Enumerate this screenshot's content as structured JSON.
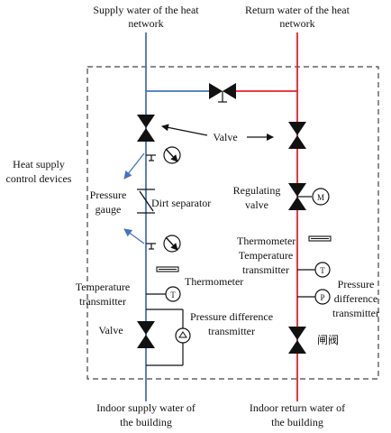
{
  "colors": {
    "supply_line": "#4472c4",
    "return_line": "#e8202a",
    "symbol": "#111111",
    "boundary": "#444444",
    "arrow_blue": "#4472c4"
  },
  "labels": {
    "supply_top_1": "Supply water of the heat",
    "supply_top_2": "network",
    "return_top_1": "Return water of the heat",
    "return_top_2": "network",
    "valve_center": "Valve",
    "control_1": "Heat supply",
    "control_2": "control devices",
    "pressure_gauge_1": "Pressure",
    "pressure_gauge_2": "gauge",
    "dirt_separator": "Dirt separator",
    "regulating_valve_1": "Regulating",
    "regulating_valve_2": "valve",
    "thermometer_right": "Thermometer",
    "temp_tx_right_1": "Temperature",
    "temp_tx_right_2": "transmitter",
    "thermometer_left": "Thermometer",
    "temp_tx_left_1": "Temperature",
    "temp_tx_left_2": "transmitter",
    "pdiff_right_1": "Pressure",
    "pdiff_right_2": "difference",
    "pdiff_right_3": "transmitter",
    "pdiff_left_1": "Pressure difference",
    "pdiff_left_2": "transmitter",
    "valve_left": "Valve",
    "gate_valve_cn": "闸阀",
    "supply_bottom_1": "Indoor supply water of",
    "supply_bottom_2": "the building",
    "return_bottom_1": "Indoor return water of",
    "return_bottom_2": "the building"
  },
  "symbols": {
    "temp_transmitter": "T",
    "pressure_transmitter": "P",
    "regulating_actuator": "M"
  }
}
